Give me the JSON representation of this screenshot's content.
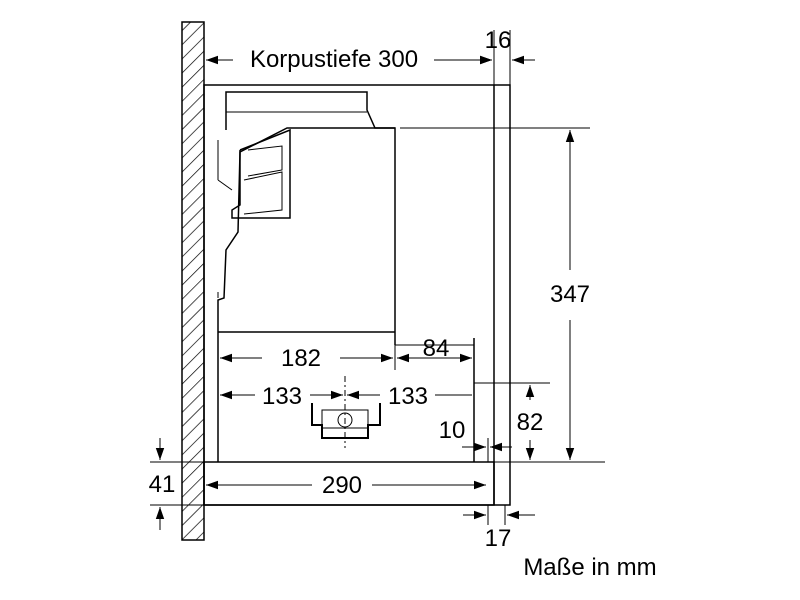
{
  "dimensions": {
    "korpustiefe": "Korpustiefe 300",
    "front_offset": "16",
    "height_total": "347",
    "width_182": "182",
    "width_84": "84",
    "width_133_left": "133",
    "width_133_right": "133",
    "height_82": "82",
    "gap_10": "10",
    "depth_290": "290",
    "panel_41": "41",
    "panel_17": "17"
  },
  "caption": "Maße in mm"
}
